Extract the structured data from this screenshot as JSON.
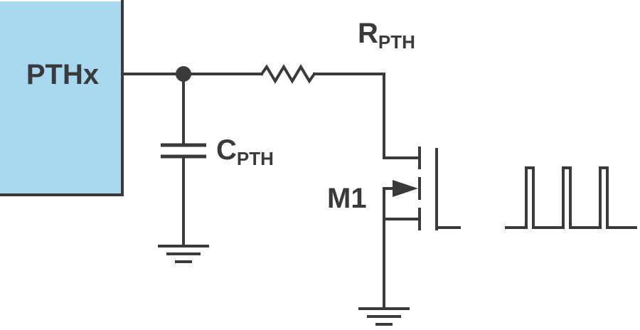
{
  "block": {
    "label": "PTHx",
    "fill": "#a8d8f0",
    "border": "#3a3a3a"
  },
  "resistor": {
    "name": "R",
    "subscript": "PTH"
  },
  "capacitor": {
    "name": "C",
    "subscript": "PTH"
  },
  "transistor": {
    "label": "M1"
  },
  "colors": {
    "wire": "#3a3a3a"
  }
}
